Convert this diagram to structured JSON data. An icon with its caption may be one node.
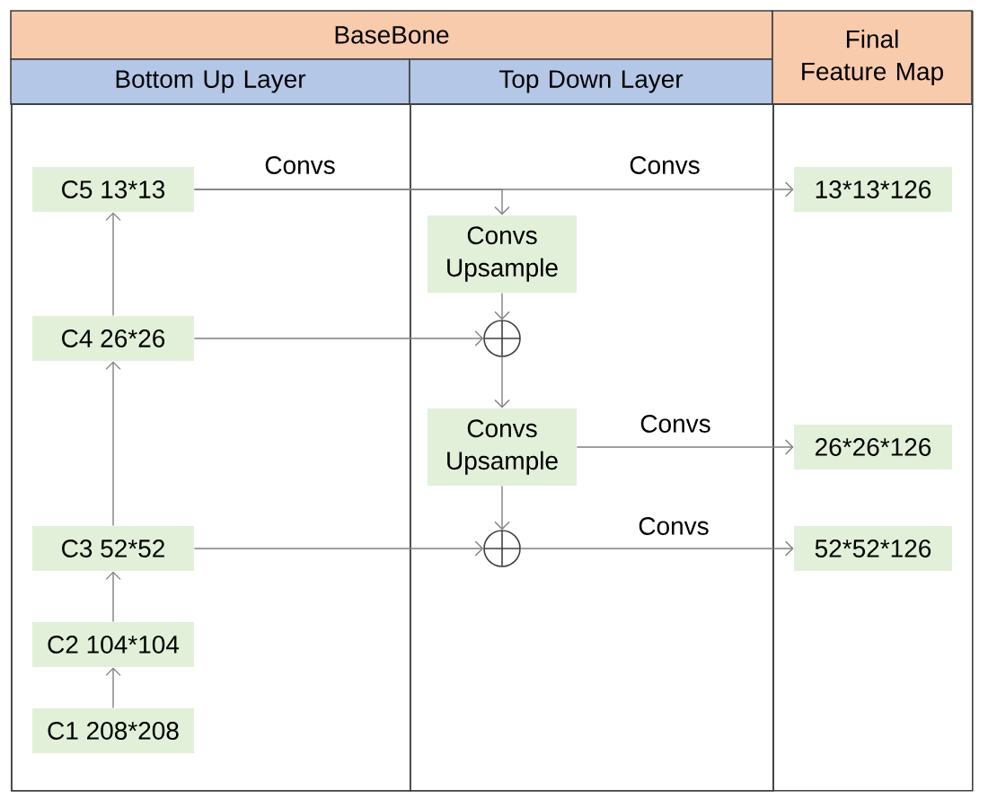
{
  "diagram": {
    "nodes": [
      {
        "text": [
          "BaseBone"
        ]
      },
      {
        "text": [
          "Bottom Up Layer"
        ],
        "in": 0
      },
      {
        "text": [
          "Top Down Layer"
        ],
        "in": 0
      },
      {
        "text": [
          "Final Feature Map"
        ]
      },
      {
        "text": [
          "C5 13*13"
        ],
        "in": 1
      },
      {
        "text": [
          "13*13*126"
        ],
        "in": 3
      },
      {
        "text": [
          "Convs Upsample"
        ],
        "in": 2
      },
      {
        "text": [
          "C4 26*26"
        ],
        "in": 1
      },
      {
        "text": [],
        "shape": "circle",
        "in": 2
      },
      {
        "text": [
          "Convs Upsample"
        ],
        "in": 2
      },
      {
        "text": [
          "26*26*126"
        ],
        "in": 3
      },
      {
        "text": [
          "C3 52*52"
        ],
        "in": 1
      },
      {
        "text": [],
        "shape": "circle",
        "in": 2
      },
      {
        "text": [
          "52*52*126"
        ],
        "in": 3
      },
      {
        "text": [
          "C2 104*104"
        ],
        "in": 1
      },
      {
        "text": [
          "C1 208*208"
        ],
        "in": 1
      }
    ],
    "edges": [
      {
        "from": 15,
        "to": 14,
        "arrow": "to"
      },
      {
        "from": 14,
        "to": 11,
        "arrow": "to"
      },
      {
        "from": 11,
        "to": 7,
        "arrow": "to"
      },
      {
        "from": 7,
        "to": 4,
        "arrow": "to"
      },
      {
        "from": 4,
        "to": 5,
        "arrow": "to",
        "label": "Convs"
      },
      {
        "from": 4,
        "to": 6,
        "arrow": "to",
        "label": "Convs"
      },
      {
        "from": 6,
        "to": 8,
        "arrow": "to"
      },
      {
        "from": 7,
        "to": 8,
        "arrow": "to"
      },
      {
        "from": 8,
        "to": 9,
        "arrow": "to"
      },
      {
        "from": 9,
        "to": 10,
        "arrow": "to",
        "label": "Convs"
      },
      {
        "from": 9,
        "to": 12,
        "arrow": "to"
      },
      {
        "from": 11,
        "to": 12,
        "arrow": "to"
      },
      {
        "from": 12,
        "to": 13,
        "arrow": "to",
        "label": "Convs"
      }
    ]
  }
}
